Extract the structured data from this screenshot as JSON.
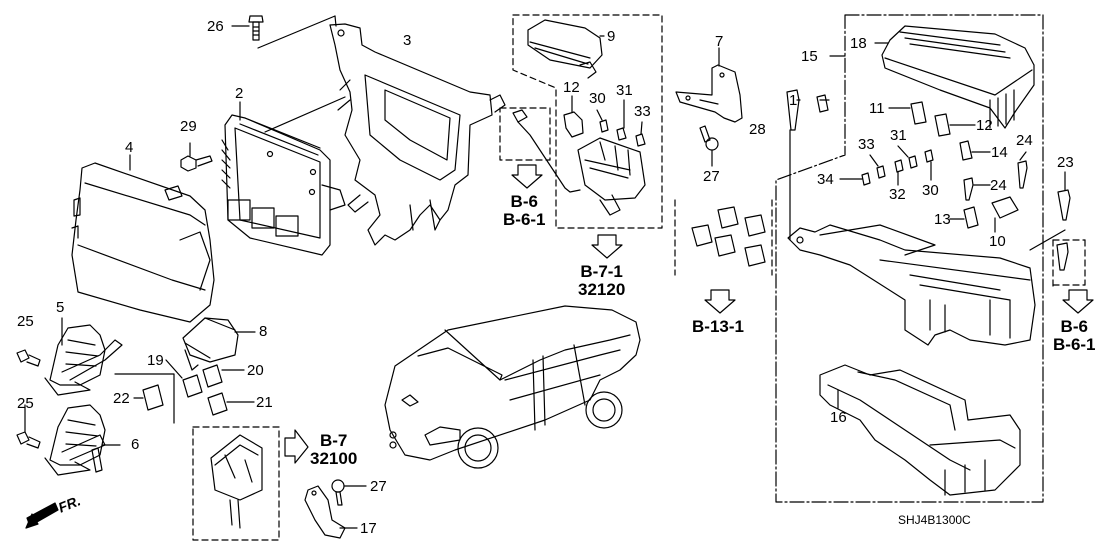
{
  "diagram": {
    "title_code": "SHJ4B1300C",
    "front_indicator": "FR.",
    "colors": {
      "line": "#000000",
      "background": "#ffffff"
    },
    "callouts": [
      {
        "id": "c26",
        "text": "26"
      },
      {
        "id": "c3",
        "text": "3"
      },
      {
        "id": "c2",
        "text": "2"
      },
      {
        "id": "c29",
        "text": "29"
      },
      {
        "id": "c4",
        "text": "4"
      },
      {
        "id": "c9",
        "text": "9"
      },
      {
        "id": "c12a",
        "text": "12"
      },
      {
        "id": "c30a",
        "text": "30"
      },
      {
        "id": "c31a",
        "text": "31"
      },
      {
        "id": "c33a",
        "text": "33"
      },
      {
        "id": "c7",
        "text": "7"
      },
      {
        "id": "c27a",
        "text": "27"
      },
      {
        "id": "c28",
        "text": "28"
      },
      {
        "id": "c15",
        "text": "15"
      },
      {
        "id": "c18",
        "text": "18"
      },
      {
        "id": "c1",
        "text": "1"
      },
      {
        "id": "c11",
        "text": "11"
      },
      {
        "id": "c12b",
        "text": "12"
      },
      {
        "id": "c31b",
        "text": "31"
      },
      {
        "id": "c33b",
        "text": "33"
      },
      {
        "id": "c14",
        "text": "14"
      },
      {
        "id": "c24a",
        "text": "24"
      },
      {
        "id": "c23",
        "text": "23"
      },
      {
        "id": "c34",
        "text": "34"
      },
      {
        "id": "c32",
        "text": "32"
      },
      {
        "id": "c30b",
        "text": "30"
      },
      {
        "id": "c24b",
        "text": "24"
      },
      {
        "id": "c13",
        "text": "13"
      },
      {
        "id": "c10",
        "text": "10"
      },
      {
        "id": "c16",
        "text": "16"
      },
      {
        "id": "c5",
        "text": "5"
      },
      {
        "id": "c25a",
        "text": "25"
      },
      {
        "id": "c25b",
        "text": "25"
      },
      {
        "id": "c6",
        "text": "6"
      },
      {
        "id": "c8",
        "text": "8"
      },
      {
        "id": "c19",
        "text": "19"
      },
      {
        "id": "c20",
        "text": "20"
      },
      {
        "id": "c21",
        "text": "21"
      },
      {
        "id": "c22",
        "text": "22"
      },
      {
        "id": "c27b",
        "text": "27"
      },
      {
        "id": "c17",
        "text": "17"
      }
    ],
    "references": [
      {
        "id": "r1",
        "line1": "B-6",
        "line2": "B-6-1"
      },
      {
        "id": "r2",
        "line1": "B-7-1",
        "line2": "32120"
      },
      {
        "id": "r3",
        "line1": "B-13-1",
        "line2": ""
      },
      {
        "id": "r4",
        "line1": "B-6",
        "line2": "B-6-1"
      },
      {
        "id": "r5",
        "line1": "B-7",
        "line2": "32100"
      }
    ]
  }
}
